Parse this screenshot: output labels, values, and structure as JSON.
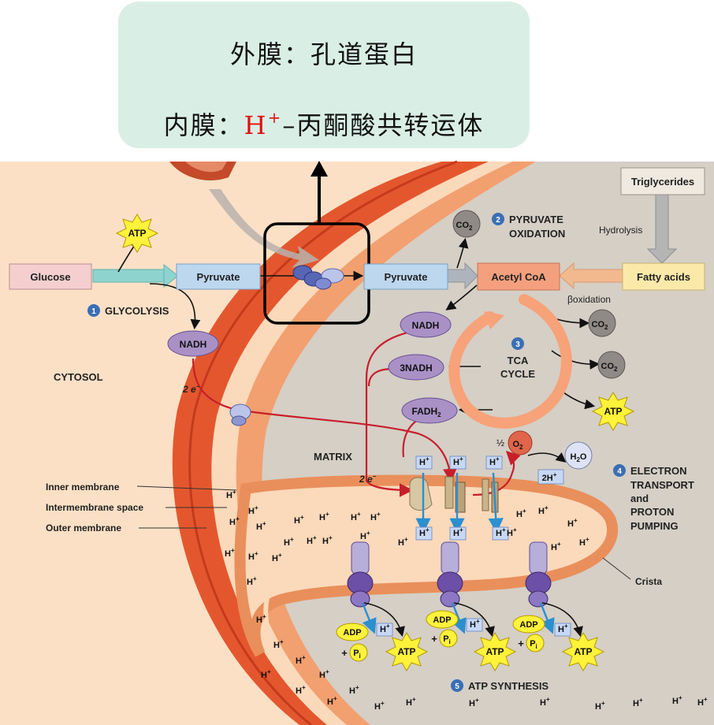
{
  "caption": {
    "outer_label": "外膜：",
    "outer_text": "孔道蛋白",
    "inner_label": "内膜：",
    "inner_h": "H",
    "inner_plus": "+",
    "inner_text": "–丙酮酸共转运体"
  },
  "steps": {
    "s1_num": "1",
    "s1": "GLYCOLYSIS",
    "s2_num": "2",
    "s2_a": "PYRUVATE",
    "s2_b": "OXIDATION",
    "s3_num": "3",
    "s3_a": "TCA",
    "s3_b": "CYCLE",
    "s4_num": "4",
    "s4_a": "ELECTRON",
    "s4_b": "TRANSPORT",
    "s4_c": "and",
    "s4_d": "PROTON",
    "s4_e": "PUMPING",
    "s5_num": "5",
    "s5": "ATP SYNTHESIS"
  },
  "boxes": {
    "glucose": "Glucose",
    "pyruvate_cyto": "Pyruvate",
    "pyruvate_matrix": "Pyruvate",
    "acetyl_coa": "Acetyl CoA",
    "fatty_acids": "Fatty acids",
    "triglycerides": "Triglycerides"
  },
  "labels": {
    "hydrolysis": "Hydrolysis",
    "beta_ox": "βoxidation",
    "cytosol": "CYTOSOL",
    "matrix": "MATRIX",
    "inner_membrane": "Inner membrane",
    "intermembrane_space": "Intermembrane space",
    "outer_membrane": "Outer membrane",
    "crista": "Crista",
    "two_e": "2 e",
    "minus": "−",
    "half": "½",
    "two_h": "2H",
    "plus_sign": "+"
  },
  "molecules": {
    "atp": "ATP",
    "nadh": "NADH",
    "three_nadh": "3NADH",
    "fadh": "FADH",
    "fadh_sub": "2",
    "co2": "CO",
    "co2_sub": "2",
    "o2": "O",
    "o2_sub": "2",
    "h2o_h": "H",
    "h2o_sub": "2",
    "h2o_o": "O",
    "adp": "ADP",
    "pi": "P",
    "pi_sub": "i",
    "h": "H",
    "h_plus": "+"
  },
  "colors": {
    "outer_membrane": "#e8552b",
    "inner_membrane": "#f2a271",
    "matrix": "#d3cdc4",
    "cytosol": "#fbe0c6",
    "ims": "#fbd8b9",
    "pyruvate_box": "#bcd7ee",
    "glucose_box": "#f5cfcf",
    "acetyl_box": "#f4a07e",
    "fatty_box": "#fbe9a9",
    "nadh": "#a991c6",
    "atp": "#fff23a",
    "electron_path": "#c81e2c",
    "proton_arrow": "#2c8fd0",
    "highlight_box": "#000000"
  }
}
